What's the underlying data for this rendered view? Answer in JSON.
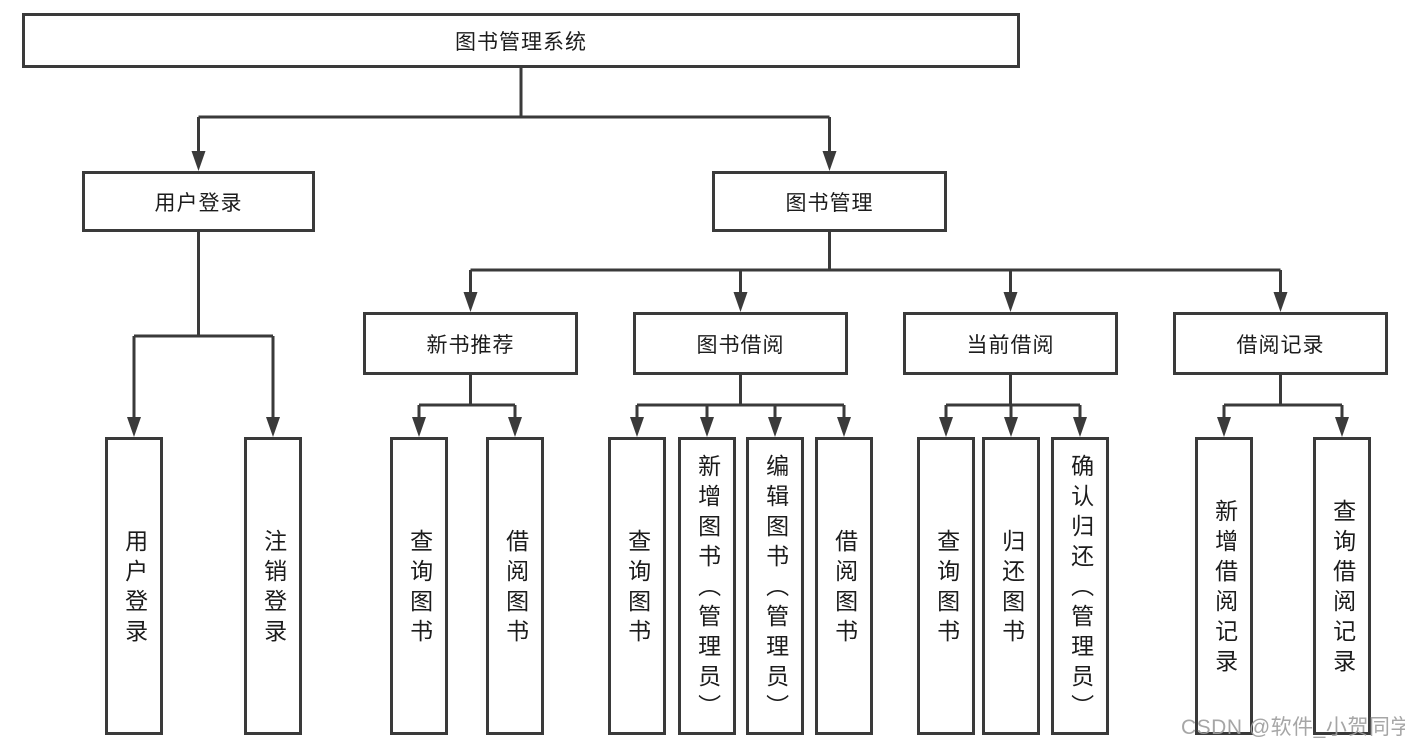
{
  "tree": {
    "root": {
      "label": "图书管理系统"
    },
    "branches": [
      {
        "label": "用户登录",
        "children": [
          {
            "label": "用户登录"
          },
          {
            "label": "注销登录"
          }
        ]
      },
      {
        "label": "图书管理",
        "children": [
          {
            "label": "新书推荐",
            "children": [
              {
                "label": "查询图书"
              },
              {
                "label": "借阅图书"
              }
            ]
          },
          {
            "label": "图书借阅",
            "children": [
              {
                "label": "查询图书"
              },
              {
                "label": "新增图书（管理员）"
              },
              {
                "label": "编辑图书（管理员）"
              },
              {
                "label": "借阅图书"
              }
            ]
          },
          {
            "label": "当前借阅",
            "children": [
              {
                "label": "查询图书"
              },
              {
                "label": "归还图书"
              },
              {
                "label": "确认归还（管理员）"
              }
            ]
          },
          {
            "label": "借阅记录",
            "children": [
              {
                "label": "新增借阅记录"
              },
              {
                "label": "查询借阅记录"
              }
            ]
          }
        ]
      }
    ]
  },
  "watermark": {
    "text": "CSDN @软件_小贺同学"
  },
  "colors": {
    "line": "#3a3a3a",
    "box_border": "#3a3a3a",
    "text": "#1c1c1c",
    "watermark": "#9e9e9e",
    "background": "#ffffff"
  }
}
